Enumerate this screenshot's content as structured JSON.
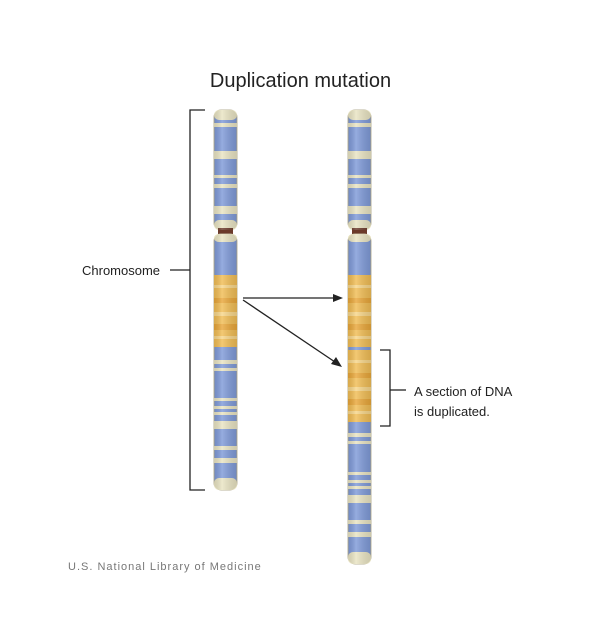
{
  "title": "Duplication mutation",
  "chromosome_label": "Chromosome",
  "duplicated_label_line1": "A section of DNA",
  "duplicated_label_line2": "is duplicated.",
  "credit": "U.S. National Library of Medicine",
  "colors": {
    "band_blue": "#7f9ad8",
    "band_light": "#e9e4c3",
    "band_orange": "#f1bd55",
    "band_orange_dark": "#e9a73a",
    "centromere": "#6b3a2a",
    "outline": "#b9b39a",
    "bracket": "#222222"
  },
  "icons": {
    "original_chromosome": "chromosome-icon",
    "duplicated_chromosome": "chromosome-icon",
    "arrows": "arrow-icon"
  }
}
